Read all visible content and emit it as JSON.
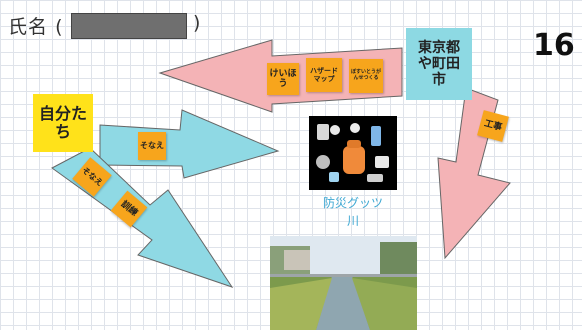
{
  "header": {
    "name_label": "氏名",
    "paren_open": "(",
    "paren_close": ")",
    "page_number": "16"
  },
  "notes": {
    "jibun_tachi": "自分たち",
    "tokyo_machida": "東京都や町田市",
    "keihou": "けいほう",
    "hazard_map": "ハザードマップ",
    "third_small": "ぼすいとうがんせつくる",
    "sonae_1": "そなえ",
    "sonae_2": "そなえ",
    "kunren": "訓練",
    "kouji": "工事"
  },
  "captions": {
    "bousai_goods": "防災グッツ",
    "kawa": "川"
  },
  "colors": {
    "pink_arrow": "#f4b3b6",
    "cyan_arrow": "#8fd9e4",
    "yellow_note": "#ffe21a",
    "orange_note": "#f7a51c",
    "cyan_note": "#8dd9e3",
    "caption_blue": "#3ea8d3"
  }
}
